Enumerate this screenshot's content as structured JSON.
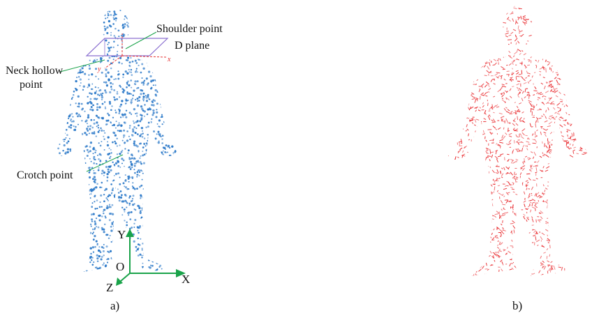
{
  "colors": {
    "blue_cloud": "#2a78c8",
    "red_cloud": "#e8262a",
    "green_arrow": "#1aa34a",
    "plane": "#8a6fd0",
    "red_axis": "#e53030"
  },
  "panel_a": {
    "label_shoulder": "Shoulder point",
    "label_d_plane": "D plane",
    "label_neck_hollow_1": "Neck hollow",
    "label_neck_hollow_2": "point",
    "label_crotch": "Crotch point",
    "small_axis_x": "x",
    "small_axis_y": "y",
    "axis_y": "Y",
    "axis_x": "X",
    "axis_z": "Z",
    "axis_o": "O",
    "caption": "a)"
  },
  "panel_b": {
    "caption": "b)"
  }
}
